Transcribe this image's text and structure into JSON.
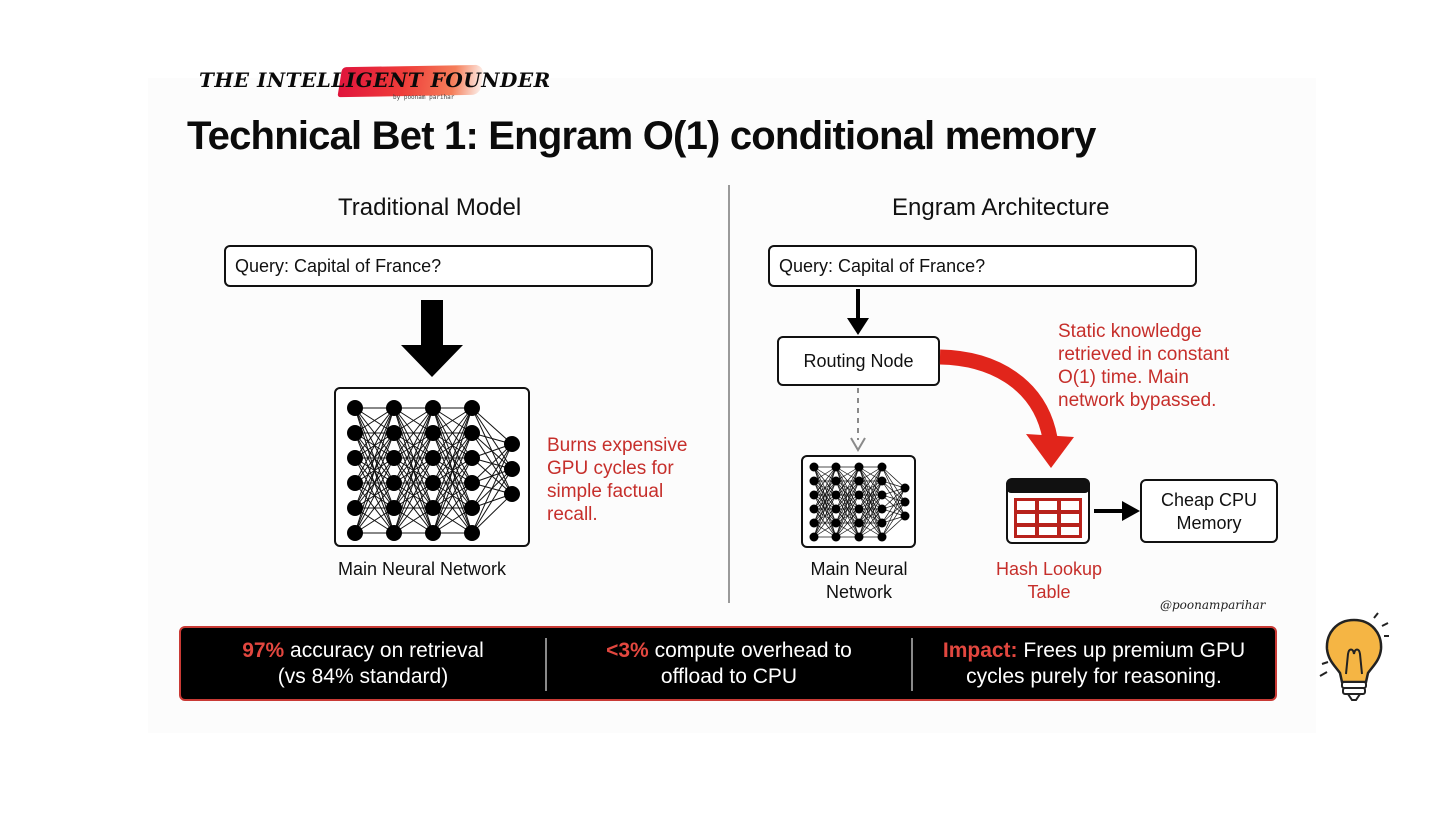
{
  "brand": {
    "name": "THE INTELLIGENT FOUNDER",
    "byline": "by poonam parihar"
  },
  "title": "Technical Bet 1: Engram O(1) conditional memory",
  "traditional": {
    "heading": "Traditional Model",
    "query": "Query: Capital of France?",
    "note": [
      "Burns expensive",
      "GPU cycles for",
      "simple factual",
      "recall."
    ],
    "network_label": "Main Neural Network"
  },
  "engram": {
    "heading": "Engram Architecture",
    "query": "Query: Capital of France?",
    "routing_node": "Routing Node",
    "note": [
      "Static knowledge",
      "retrieved in constant",
      "O(1) time. Main",
      "network bypassed."
    ],
    "network_label": [
      "Main Neural",
      "Network"
    ],
    "hash_label": [
      "Hash Lookup",
      "Table"
    ],
    "cpu_memory": [
      "Cheap CPU",
      "Memory"
    ]
  },
  "handle": "@poonamparihar",
  "stats": [
    {
      "highlight": "97%",
      "line1": " accuracy on retrieval",
      "line2": "(vs 84% standard)"
    },
    {
      "highlight": "<3%",
      "line1": " compute overhead to",
      "line2": "offload to CPU"
    },
    {
      "highlight": "Impact:",
      "line1": " Frees up premium GPU",
      "line2": "cycles purely for reasoning."
    }
  ],
  "colors": {
    "accent_red": "#e2473f",
    "note_red": "#c62f2b",
    "arrow_red": "#e1251b",
    "bar_bg": "#000000"
  },
  "icons": [
    "lightbulb-icon",
    "hash-table-icon",
    "neural-network-icon"
  ]
}
